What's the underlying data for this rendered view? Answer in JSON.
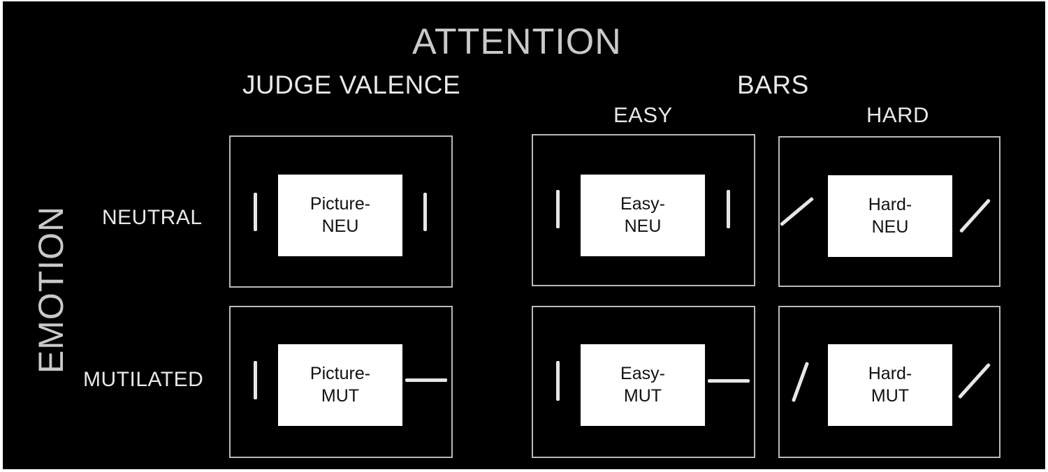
{
  "title": "ATTENTION",
  "y_axis_label": "EMOTION",
  "columns": {
    "judge_valence": "JUDGE VALENCE",
    "bars": "BARS",
    "easy": "EASY",
    "hard": "HARD"
  },
  "rows": {
    "neutral": "NEUTRAL",
    "mutilated": "MUTILATED"
  },
  "cells": {
    "picture_neu": "Picture-NEU",
    "easy_neu": "Easy-NEU",
    "hard_neu": "Hard-NEU",
    "picture_mut": "Picture-MUT",
    "easy_mut": "Easy-MUT",
    "hard_mut": "Hard-MUT"
  },
  "colors": {
    "background": "#000000",
    "text": "#e8e8e8",
    "frame": "#b9b9b9",
    "picture": "#ffffff"
  }
}
